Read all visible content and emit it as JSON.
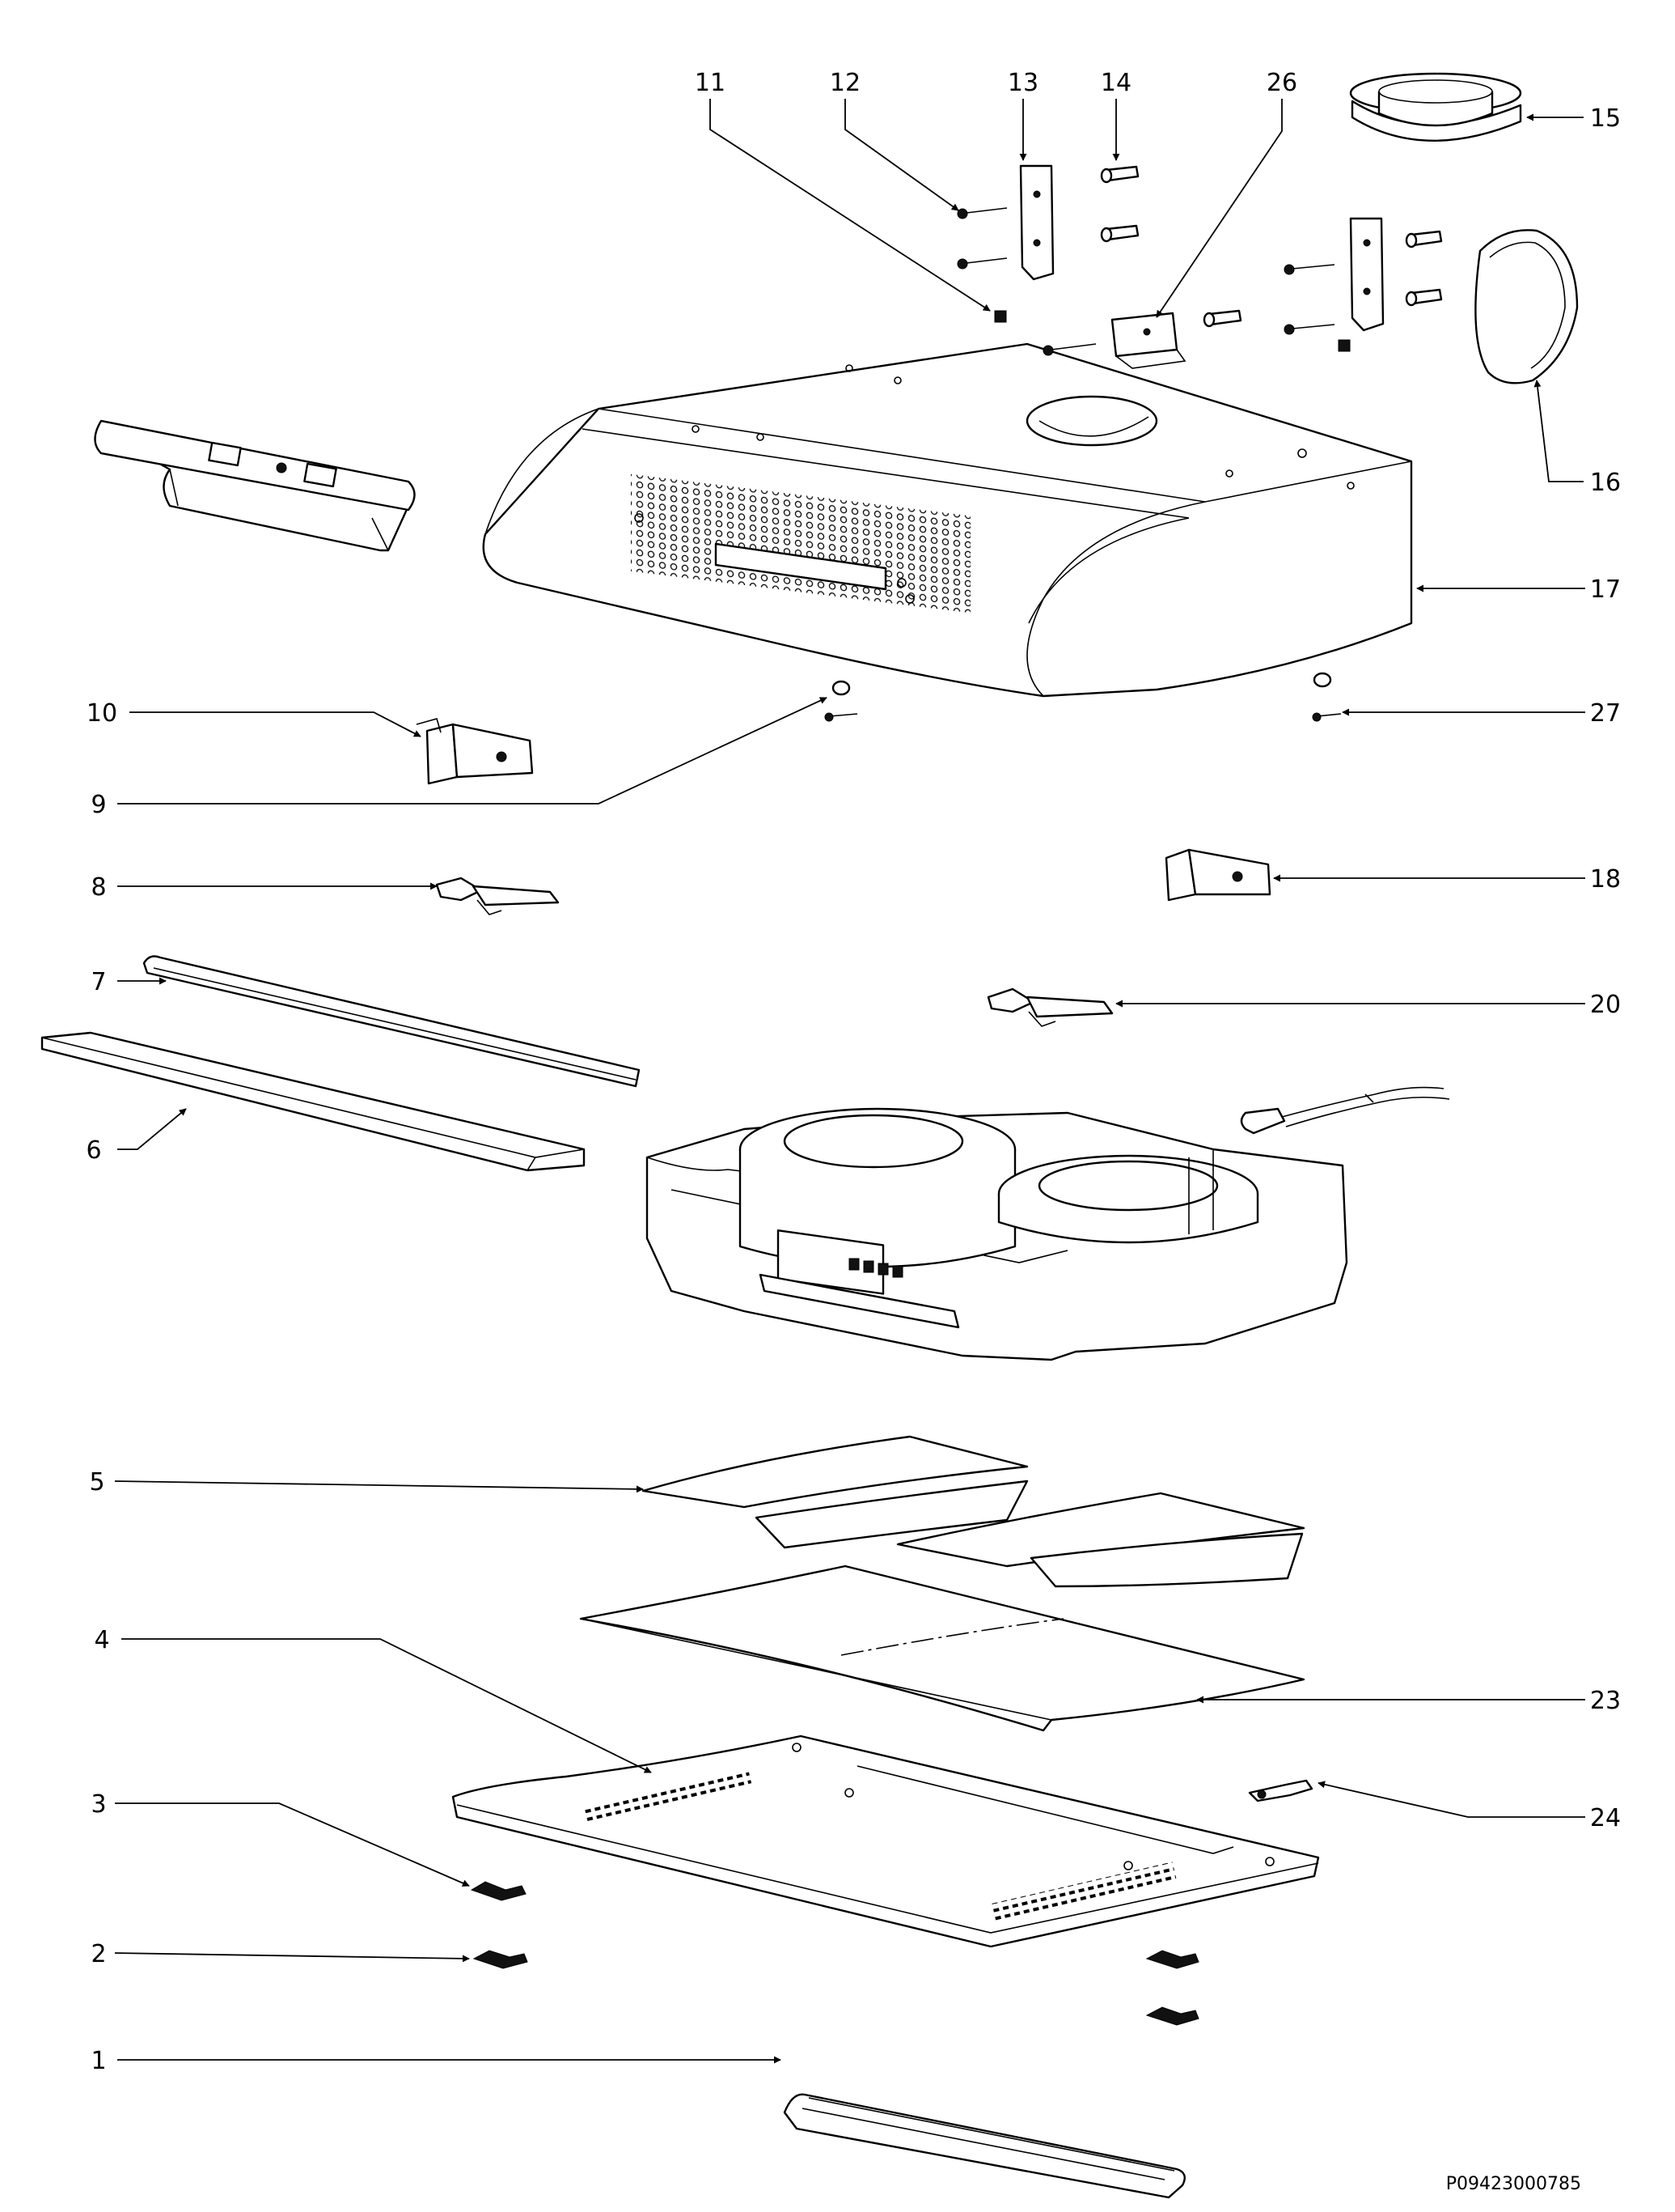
{
  "callouts": [
    {
      "id": "1",
      "text": "1"
    },
    {
      "id": "2",
      "text": "2"
    },
    {
      "id": "3",
      "text": "3"
    },
    {
      "id": "4",
      "text": "4"
    },
    {
      "id": "5",
      "text": "5"
    },
    {
      "id": "6",
      "text": "6"
    },
    {
      "id": "7",
      "text": "7"
    },
    {
      "id": "8",
      "text": "8"
    },
    {
      "id": "9",
      "text": "9"
    },
    {
      "id": "10",
      "text": "10"
    },
    {
      "id": "11",
      "text": "11"
    },
    {
      "id": "12",
      "text": "12"
    },
    {
      "id": "13",
      "text": "13"
    },
    {
      "id": "14",
      "text": "14"
    },
    {
      "id": "15",
      "text": "15"
    },
    {
      "id": "16",
      "text": "16"
    },
    {
      "id": "17",
      "text": "17"
    },
    {
      "id": "18",
      "text": "18"
    },
    {
      "id": "20",
      "text": "20"
    },
    {
      "id": "23",
      "text": "23"
    },
    {
      "id": "24",
      "text": "24"
    },
    {
      "id": "26",
      "text": "26"
    },
    {
      "id": "27",
      "text": "27"
    }
  ],
  "document_code": "P09423000785"
}
